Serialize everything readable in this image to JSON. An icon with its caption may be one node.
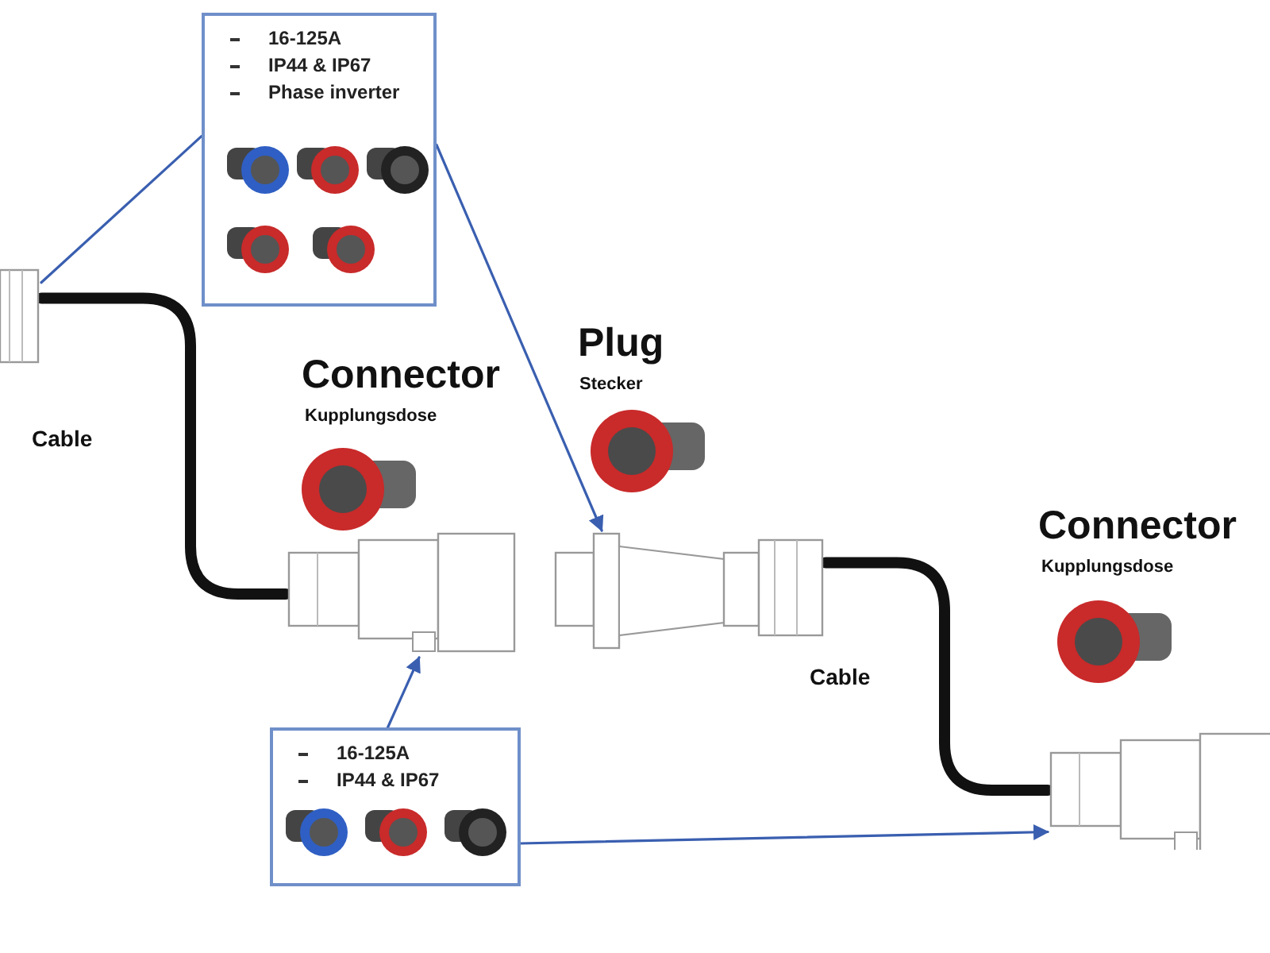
{
  "diagram": {
    "nodes": [
      {
        "text": [
          "16-125A",
          "IP44 & IP67",
          "Phase inverter"
        ]
      },
      {
        "text": [],
        "shape": "picture"
      },
      {
        "text": [],
        "shape": "picture"
      },
      {
        "text": [],
        "shape": "picture"
      },
      {
        "text": [],
        "shape": "picture"
      },
      {
        "text": [
          "16-125A",
          "IP44 & IP67"
        ]
      }
    ],
    "edges": [
      {
        "from": 0,
        "to": 1,
        "arrow": "none"
      },
      {
        "from": 0,
        "to": 3,
        "arrow": "to"
      },
      {
        "from": 5,
        "to": 2,
        "arrow": "to"
      },
      {
        "from": 5,
        "to": 4,
        "arrow": "to"
      },
      {
        "from": 1,
        "to": 2,
        "arrow": "none",
        "style": "thick",
        "color": "#111111"
      },
      {
        "from": 3,
        "to": 4,
        "arrow": "none",
        "style": "thick",
        "color": "#111111"
      }
    ],
    "labels": [
      "Connector",
      "Kupplungsdose",
      "Plug",
      "Stecker",
      "Connector",
      "Kupplungsdose",
      "Cable",
      "Cable"
    ]
  }
}
